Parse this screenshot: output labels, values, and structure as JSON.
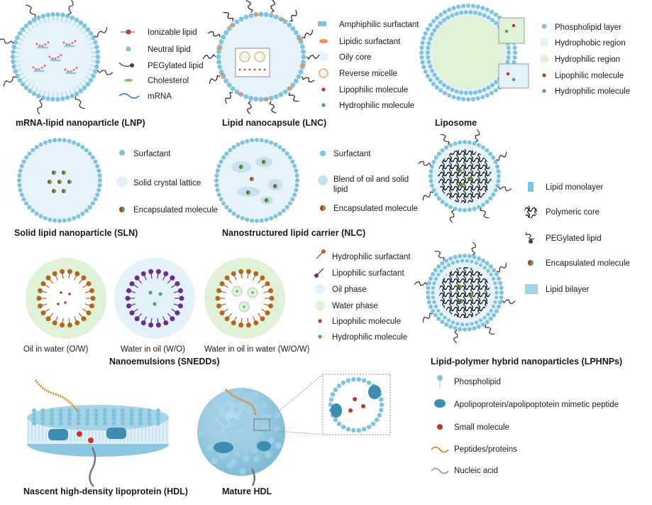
{
  "lnp": {
    "title": "mRNA-lipid nanoparticle (LNP)",
    "legend": [
      "Ionizable lipid",
      "Neutral lipid",
      "PEGylated lipid",
      "Cholesterol",
      "mRNA"
    ]
  },
  "lnc": {
    "title": "Lipid nanocapsule (LNC)",
    "legend": [
      "Amphiphilic surfactant",
      "Lipidic surfactant",
      "Oily core",
      "Reverse micelle",
      "Lipophilic molecule",
      "Hydrophilic molecule"
    ]
  },
  "liposome": {
    "title": "Liposome",
    "legend": [
      "Phospholipid layer",
      "Hydrophobic region",
      "Hydrophilic region",
      "Lipophilic molecule",
      "Hydrophilic molecule"
    ]
  },
  "sln": {
    "title": "Solid lipid nanoparticle (SLN)",
    "legend": [
      "Surfactant",
      "Solid crystal lattice",
      "Encapsulated molecule"
    ]
  },
  "nlc": {
    "title": "Nanostructured lipid carrier (NLC)",
    "legend": [
      "Surfactant",
      "Blend of oil and solid",
      "lipid",
      "Encapsulated molecule"
    ]
  },
  "lphnp": {
    "title": "Lipid-polymer hybrid nanoparticles (LPHNPs)",
    "legend": [
      "Lipid monolayer",
      "Polymeric core",
      "PEGylated lipid",
      "Encapsulated molecule",
      "Lipid bilayer"
    ]
  },
  "nanoemulsions": {
    "title": "Nanoemulsions (SNEDDs)",
    "captions": [
      "Oil in water (O/W)",
      "Water in oil (W/O)",
      "Water in oil in water (W/O/W)"
    ],
    "legend": [
      "Hydrophilic surfactant",
      "Lipophilic surfactant",
      "Oil phase",
      "Water phase",
      "Lipophilic molecule",
      "Hydrophilic molecule"
    ]
  },
  "hdl": {
    "title_nascent": "Nascent high-density lipoprotein (HDL)",
    "title_mature": "Mature HDL",
    "legend": [
      "Phospholipid",
      "Apolipoprotein/apolipoptotein mimetic peptide",
      "Small molecule",
      "Peptides/proteins",
      "Nucleic acid"
    ]
  },
  "colors": {
    "lipid_head": "#7ec3dd",
    "core_fill": "#e6f3fa",
    "water_green": "#dff2d8",
    "oil_blue": "#e3f1fa",
    "red_dot": "#c0392b",
    "green_dot": "#4caf50",
    "brown_surfactant": "#b5651d",
    "purple_surfactant": "#6a2c91",
    "orange_lipid": "#e8935a",
    "peptide": "#d4891e"
  }
}
